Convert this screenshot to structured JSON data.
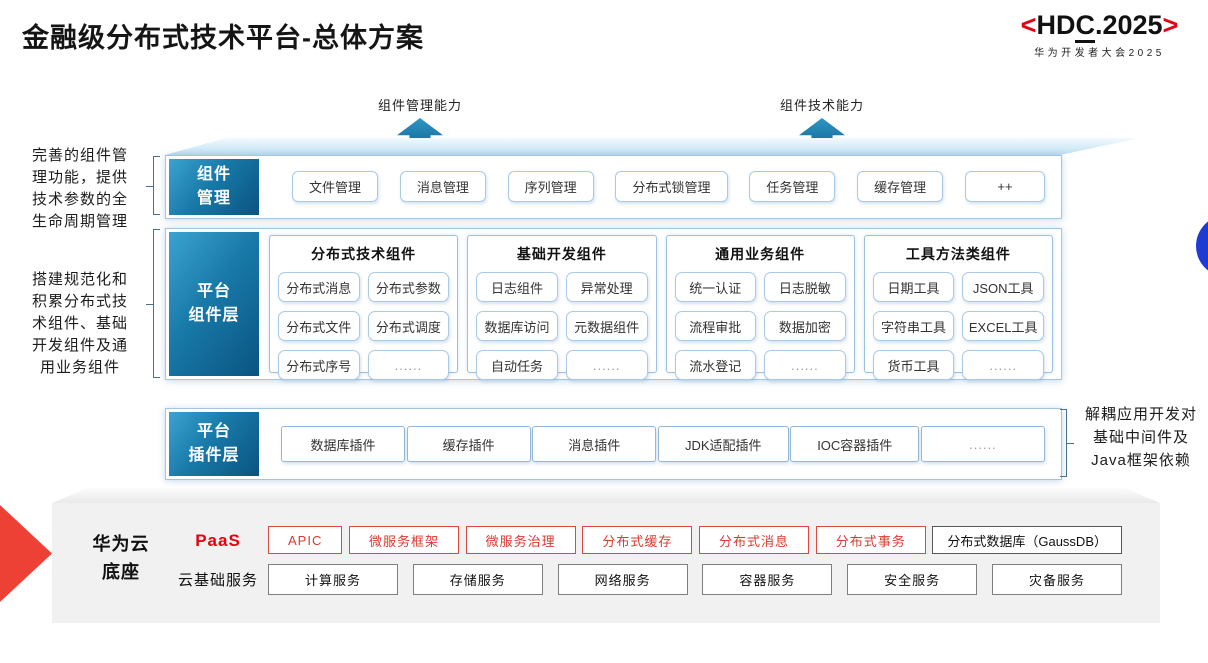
{
  "title": "金融级分布式技术平台-总体方案",
  "logo": {
    "prefix": "<",
    "hd": "HD",
    "c": "C",
    "rest": ".2025",
    "suffix": ">",
    "subtitle": "华为开发者大会2025",
    "accent_color": "#e60012"
  },
  "capability_arrows": [
    {
      "label": "组件管理能力"
    },
    {
      "label": "组件技术能力"
    }
  ],
  "left_notes": [
    "完善的组件管\n理功能，提供\n技术参数的全\n生命周期管理",
    "搭建规范化和\n积累分布式技\n术组件、基础\n开发组件及通\n用业务组件"
  ],
  "right_note": "解耦应用开发对\n基础中间件及\nJava框架依赖",
  "rows": {
    "management": {
      "label": "组件\n管理",
      "items": [
        "文件管理",
        "消息管理",
        "序列管理",
        "分布式锁管理",
        "任务管理",
        "缓存管理",
        "++"
      ]
    },
    "components": {
      "label": "平台\n组件层",
      "columns": [
        {
          "header": "分布式技术组件",
          "items": [
            "分布式消息",
            "分布式参数",
            "分布式文件",
            "分布式调度",
            "分布式序号",
            "......"
          ]
        },
        {
          "header": "基础开发组件",
          "items": [
            "日志组件",
            "异常处理",
            "数据库访问",
            "元数据组件",
            "自动任务",
            "......"
          ]
        },
        {
          "header": "通用业务组件",
          "items": [
            "统一认证",
            "日志脱敏",
            "流程审批",
            "数据加密",
            "流水登记",
            "......"
          ]
        },
        {
          "header": "工具方法类组件",
          "items": [
            "日期工具",
            "JSON工具",
            "字符串工具",
            "EXCEL工具",
            "货币工具",
            "......"
          ]
        }
      ]
    },
    "plugins": {
      "label": "平台\n插件层",
      "items": [
        "数据库插件",
        "缓存插件",
        "消息插件",
        "JDK适配插件",
        "IOC容器插件",
        "......"
      ]
    }
  },
  "cloud": {
    "label": "华为云\n底座",
    "paas_label": "PaaS",
    "paas_items": [
      "APIC",
      "微服务框架",
      "微服务治理",
      "分布式缓存",
      "分布式消息",
      "分布式事务"
    ],
    "paas_db": "分布式数据库（GaussDB）",
    "iaas_label": "云基础服务",
    "iaas_items": [
      "计算服务",
      "存储服务",
      "网络服务",
      "容器服务",
      "安全服务",
      "灾备服务"
    ]
  },
  "colors": {
    "layer_label_gradient_start": "#3ba3d0",
    "layer_label_gradient_end": "#0a5480",
    "box_border_blue": "#a9cae7",
    "red_accent": "#e60012",
    "red_box_border": "#dd4840",
    "wedge_red": "#ee4136",
    "circle_blue": "#1e3bd2",
    "cloud_bg": "#f1f1f1"
  }
}
